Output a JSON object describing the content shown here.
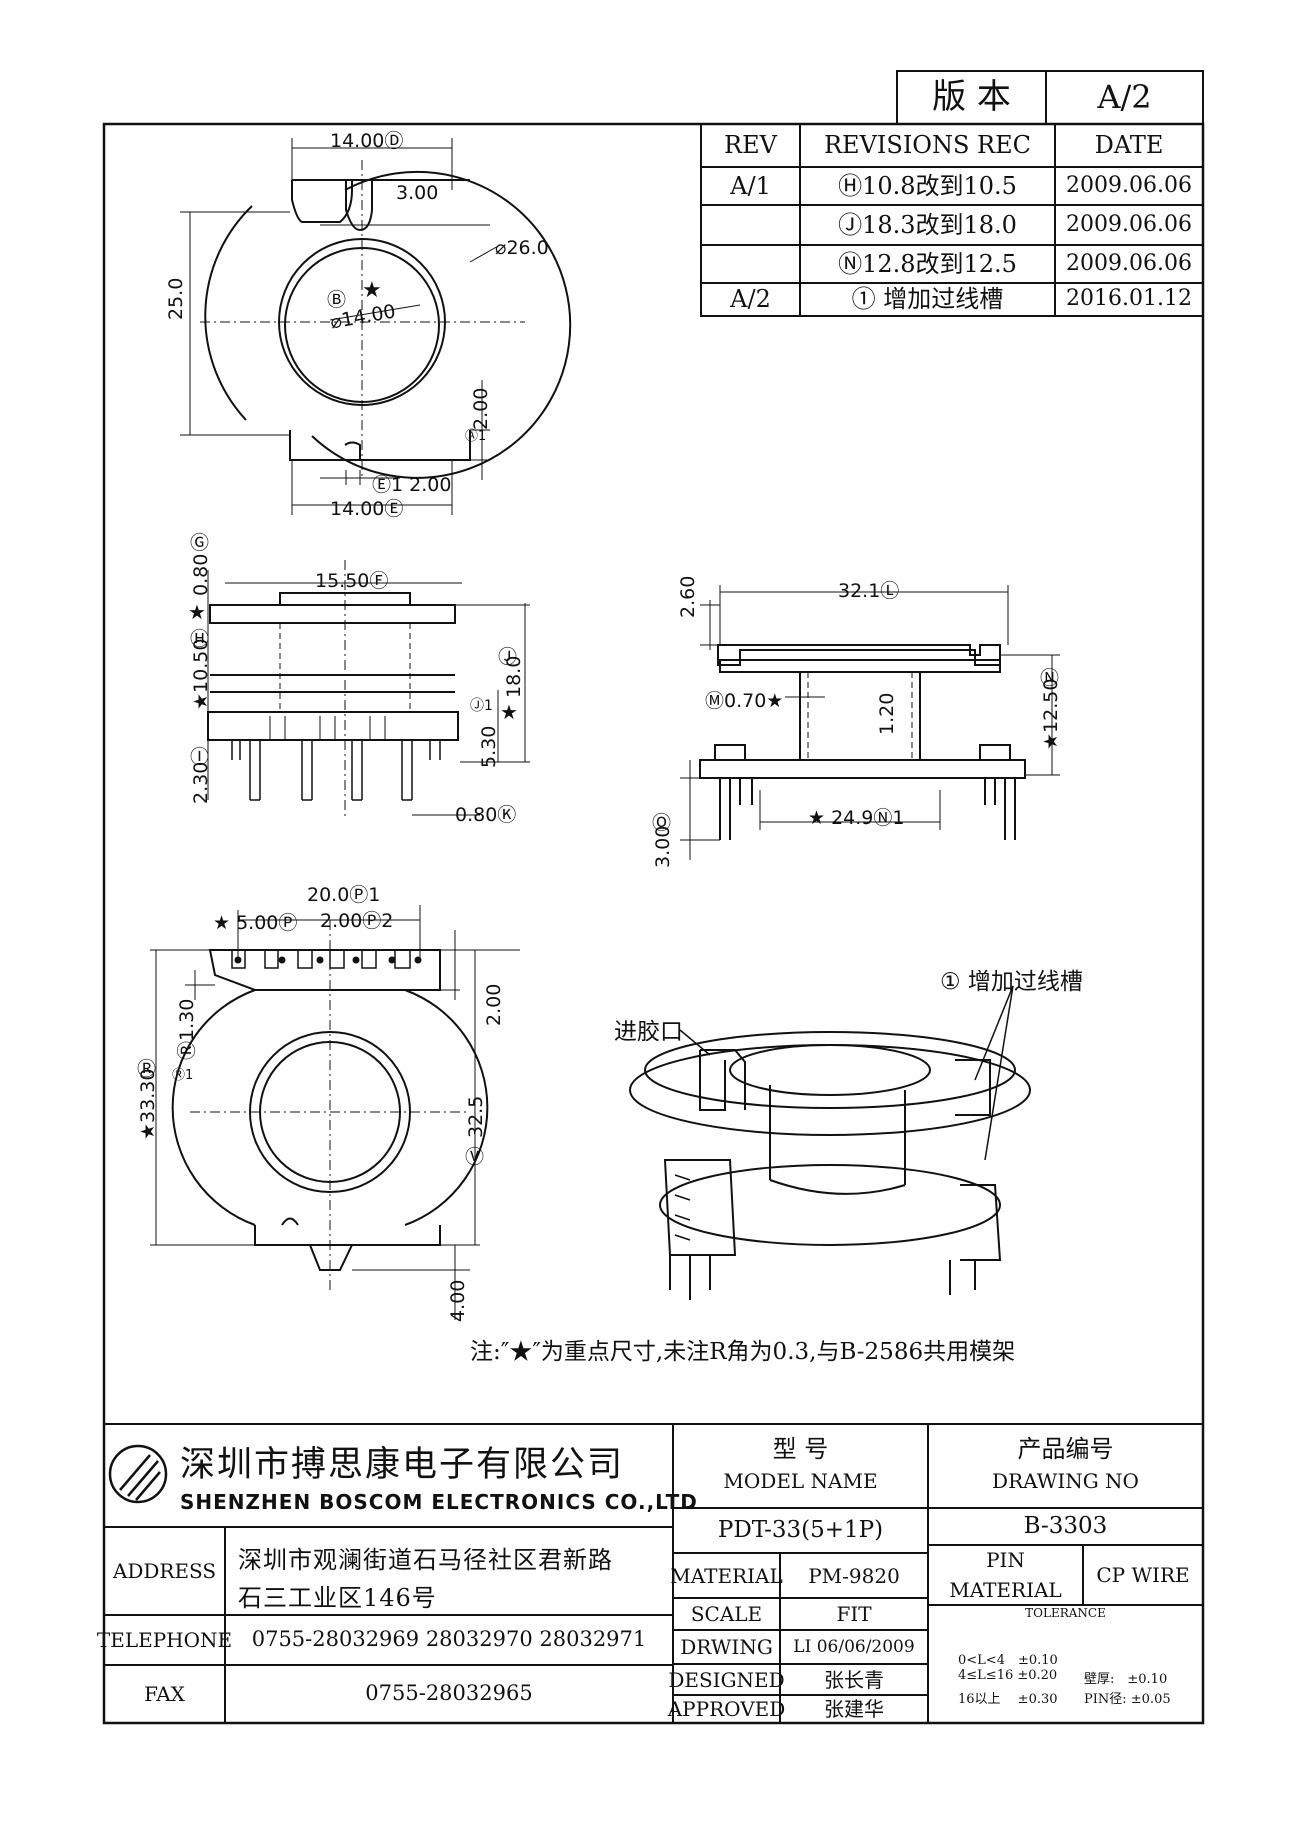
{
  "version": {
    "label": "版 本",
    "value": "A/2"
  },
  "revisions": {
    "headers": [
      "REV",
      "REVISIONS REC",
      "DATE"
    ],
    "rows": [
      {
        "rev": "A/1",
        "rec": "Ⓗ10.8改到10.5",
        "date": "2009.06.06"
      },
      {
        "rev": "",
        "rec": "Ⓙ18.3改到18.0",
        "date": "2009.06.06"
      },
      {
        "rev": "",
        "rec": "Ⓝ12.8改到12.5",
        "date": "2009.06.06"
      },
      {
        "rev": "A/2",
        "rec": "① 增加过线槽",
        "date": "2016.01.12"
      }
    ]
  },
  "top_view": {
    "dims": [
      "14.00Ⓓ",
      "3.00",
      "⌀26.0",
      "Ⓑ",
      "★",
      "⌀14.00",
      "25.0",
      "2.00",
      "Ⓐ1",
      "Ⓔ1 2.00",
      "14.00Ⓔ"
    ]
  },
  "front_view": {
    "dims": [
      "Ⓖ",
      "0.80",
      "15.50Ⓕ",
      "★",
      "Ⓗ",
      "★10.50",
      "Ⓙ",
      "18.0",
      "★",
      "Ⓙ1",
      "5.30",
      "Ⓘ",
      "2.30",
      "0.80Ⓚ"
    ]
  },
  "side_view": {
    "dims": [
      "2.60",
      "32.1Ⓛ",
      "Ⓜ0.70★",
      "1.20",
      "Ⓝ",
      "★12.50",
      "★ 24.9Ⓝ1",
      "Ⓞ",
      "3.00"
    ]
  },
  "bottom_view": {
    "dims": [
      "20.0Ⓟ1",
      "★ 5.00Ⓟ",
      "2.00Ⓟ2",
      "2.00",
      "Ⓡ",
      "★33.30",
      "Ⓡ1.30",
      "Ⓡ1",
      "32.5",
      "Ⓥ",
      "4.00"
    ]
  },
  "iso_view": {
    "callout": "① 增加过线槽",
    "gate_label": "进胶口"
  },
  "note": "注:″★″为重点尺寸,未注R角为0.3,与B-2586共用模架",
  "company": {
    "name_cn": "深圳市搏思康电子有限公司",
    "name_en": "SHENZHEN BOSCOM ELECTRONICS CO.,LTD"
  },
  "title_block": {
    "model_cn": "型 号",
    "model_en": "MODEL NAME",
    "model_value": "PDT-33(5+1P)",
    "drawing_cn": "产品编号",
    "drawing_en": "DRAWING NO",
    "drawing_value": "B-3303",
    "address_label": "ADDRESS",
    "address_line1": "深圳市观澜街道石马径社区君新路",
    "address_line2": "石三工业区146号",
    "telephone_label": "TELEPHONE",
    "telephone_value": "0755-28032969 28032970 28032971",
    "fax_label": "FAX",
    "fax_value": "0755-28032965",
    "material_label": "MATERIAL",
    "material_value": "PM-9820",
    "scale_label": "SCALE",
    "scale_value": "FIT",
    "drwing_label": "DRWING",
    "drwing_value": "LI 06/06/2009",
    "designed_label": "DESIGNED",
    "designed_value": "张长青",
    "approved_label": "APPROVED",
    "approved_value": "张建华",
    "pin_material_label_1": "PIN",
    "pin_material_label_2": "MATERIAL",
    "pin_material_value": "CP WIRE",
    "tolerance_label": "TOLERANCE",
    "tol_1": "0<L<4　±0.10",
    "tol_2": "4≤L≤16 ±0.20",
    "tol_3": "16以上　 ±0.30",
    "wall_thk": "壁厚:　±0.10",
    "pin_dia": "PIN径: ±0.05"
  }
}
